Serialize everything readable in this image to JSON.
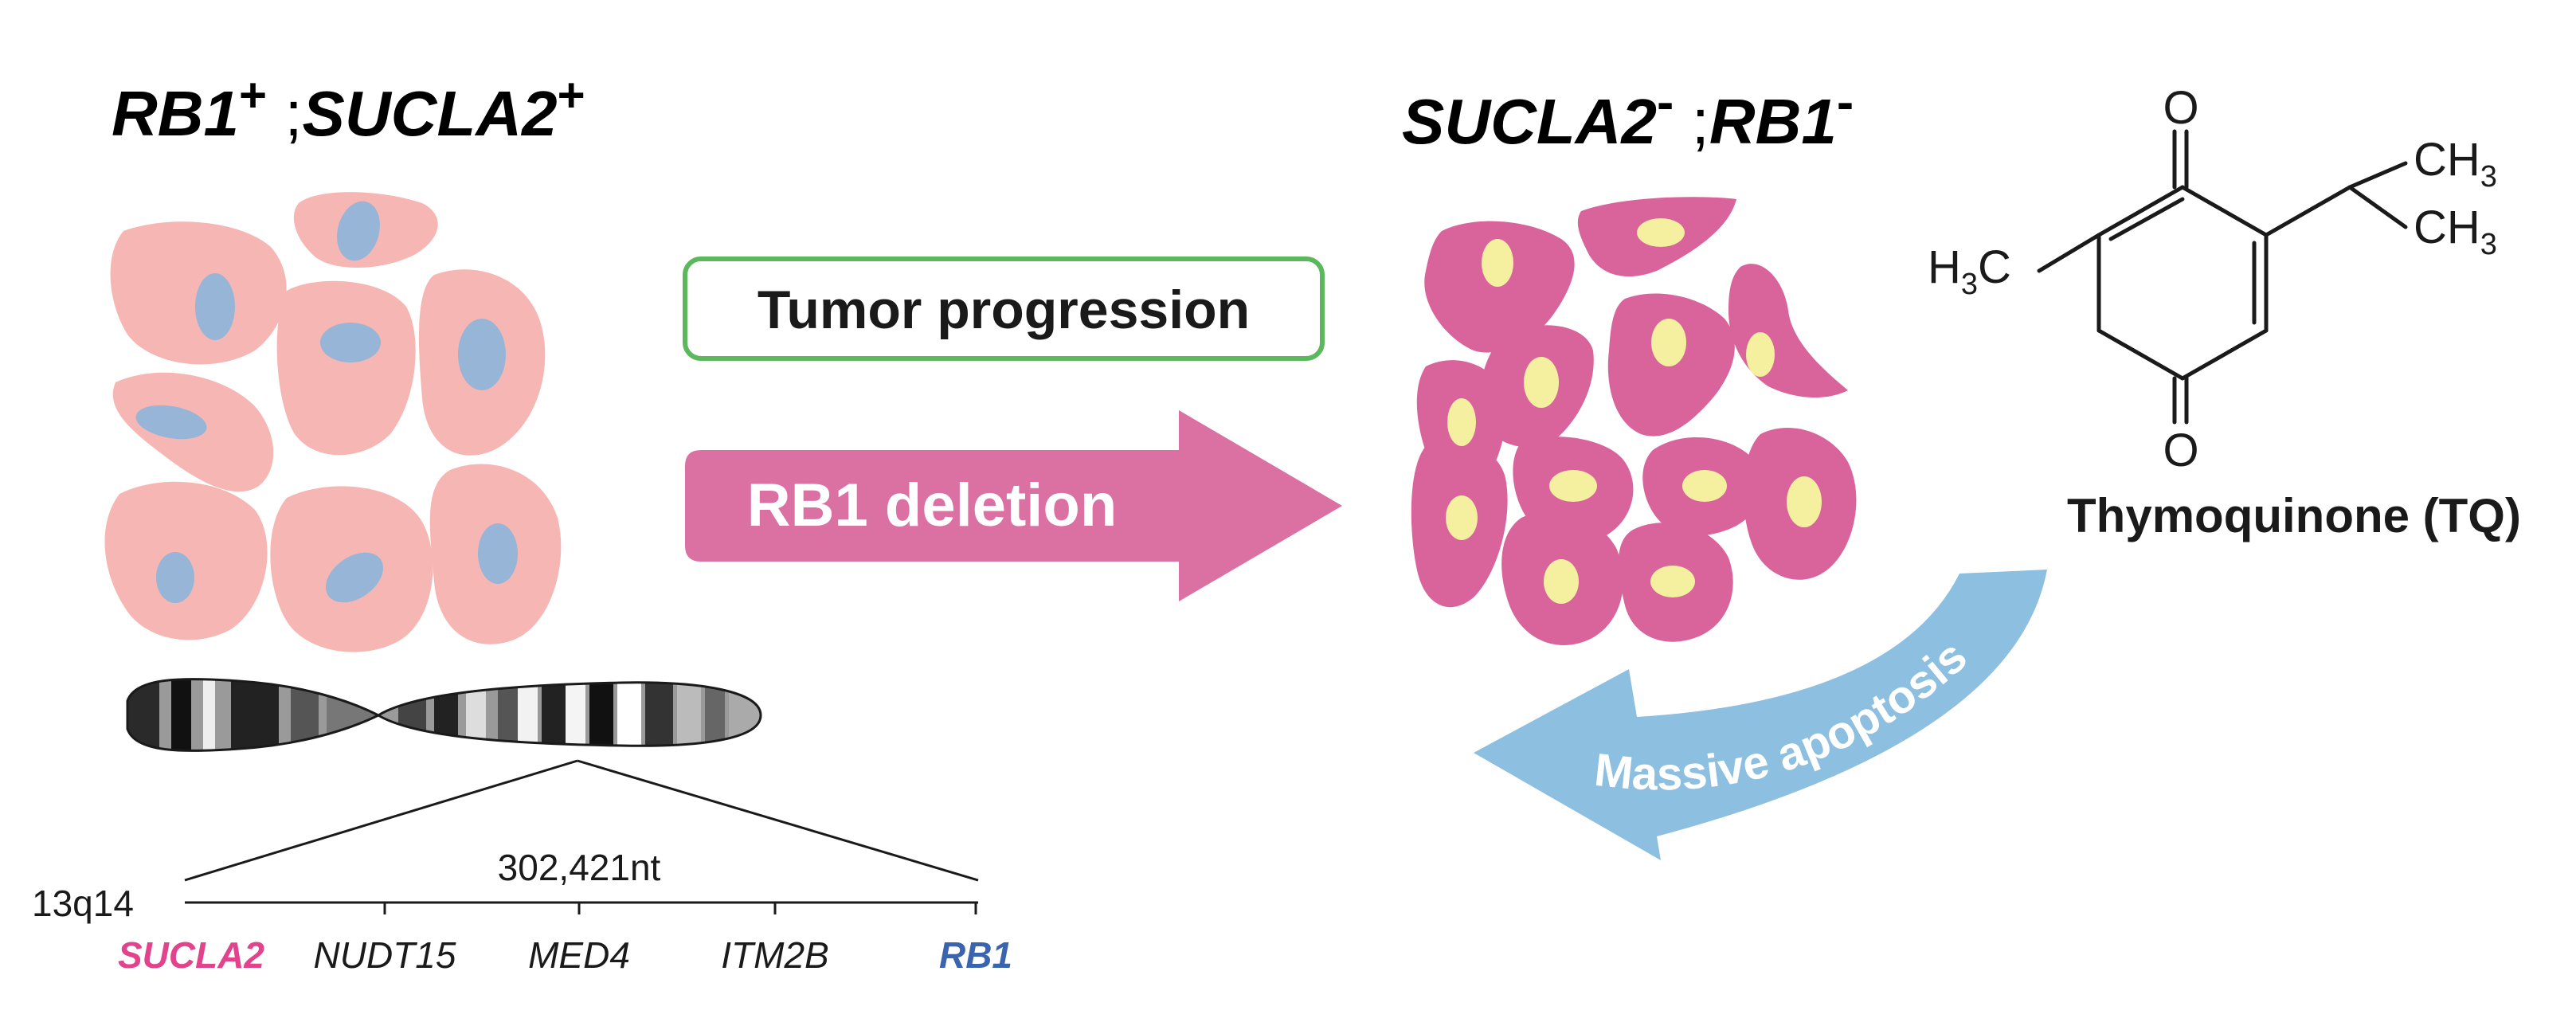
{
  "left_genotype": {
    "gene1": "RB1",
    "sign1": "+",
    "separator": " ;",
    "gene2": "SUCLA2",
    "sign2": "+"
  },
  "right_genotype": {
    "gene1": "SUCLA2",
    "sign1": "-",
    "separator": " ;",
    "gene2": "RB1",
    "sign2": "-"
  },
  "tumor_progression_label": "Tumor progression",
  "rb1_deletion_label": "RB1 deletion",
  "massive_apoptosis_label": "Massive apoptosis",
  "compound": {
    "name": "Thymoquinone (TQ)",
    "atom_o_top": "O",
    "atom_o_bottom": "O",
    "group_left_h": "H",
    "group_left_sub": "3",
    "group_left_c": "C",
    "group_right_top_ch": "CH",
    "group_right_top_sub": "3",
    "group_right_bottom_ch": "CH",
    "group_right_bottom_sub": "3"
  },
  "locus": {
    "band": "13q14",
    "length": "302,421nt",
    "genes": [
      {
        "name": "SUCLA2",
        "color": "#e2438d"
      },
      {
        "name": "NUDT15",
        "color": "#1a1a1a"
      },
      {
        "name": "MED4",
        "color": "#1a1a1a"
      },
      {
        "name": "ITM2B",
        "color": "#1a1a1a"
      },
      {
        "name": "RB1",
        "color": "#3a64ae"
      }
    ]
  },
  "colors": {
    "normal_cell": "#f6b7b4",
    "normal_nucleus": "#97b5d6",
    "tumor_cell": "#d9649c",
    "tumor_nucleus": "#f4f0a0",
    "tumor_box_border": "#5cb85c",
    "deletion_arrow": "#db70a3",
    "apoptosis_arrow": "#8dbfe0"
  }
}
